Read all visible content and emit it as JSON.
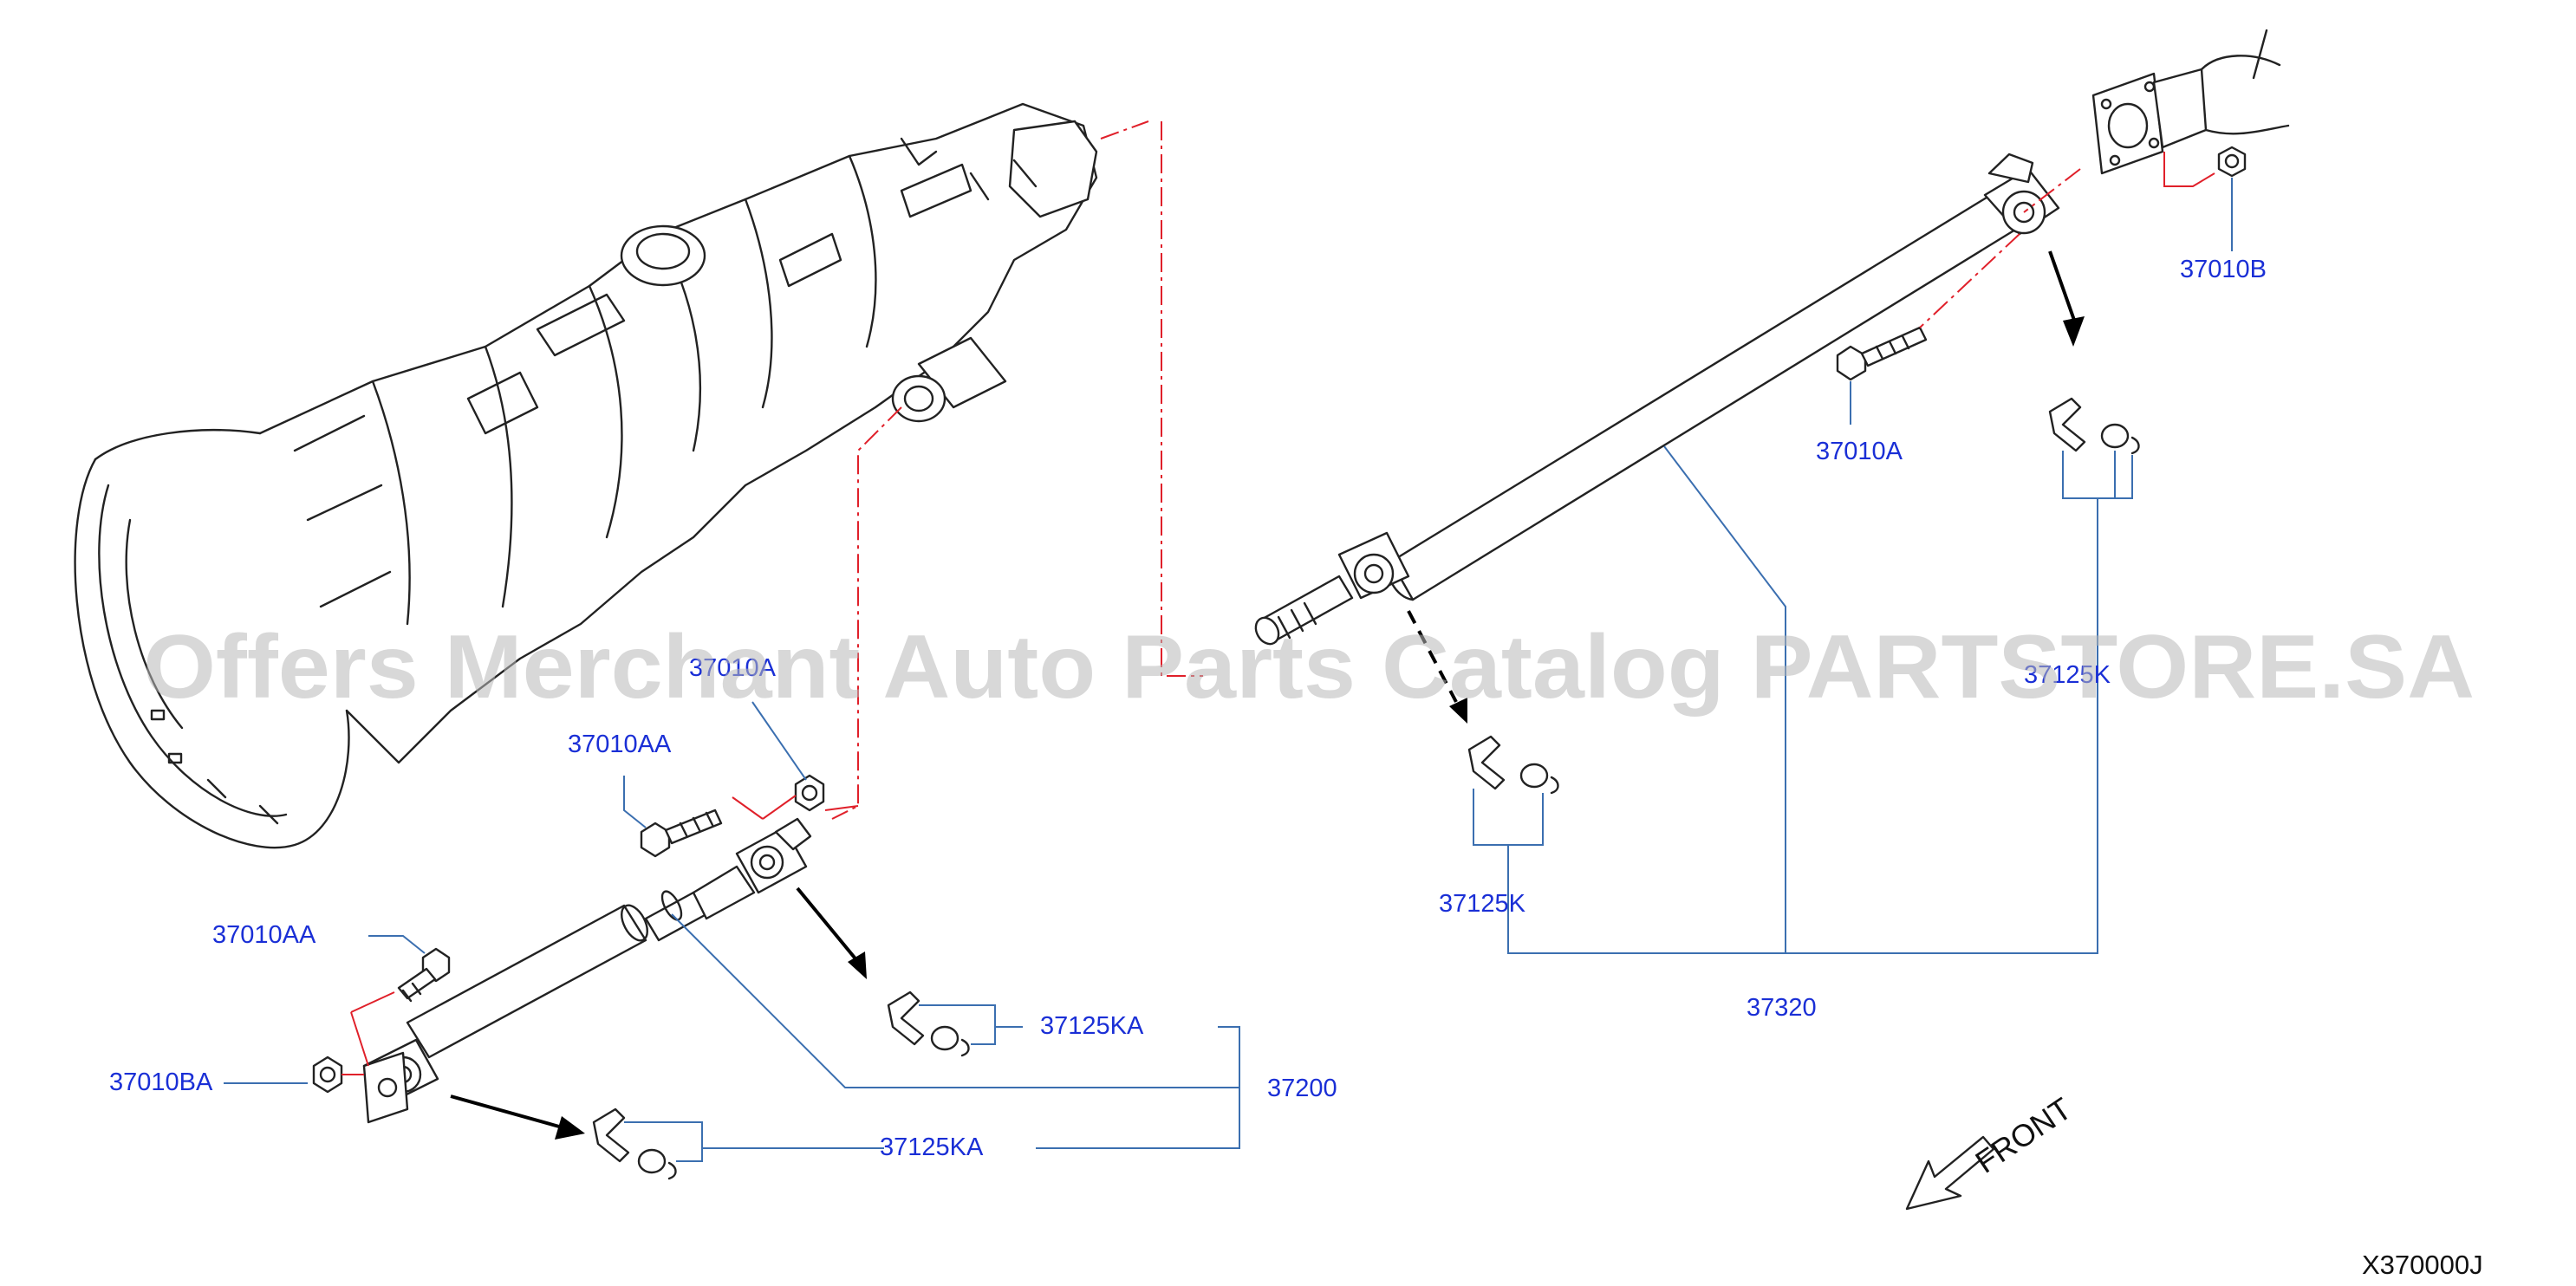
{
  "watermark": "Offers Merchant Auto Parts Catalog PARTSTORE.SA",
  "diagram_code": "X370000J",
  "front_label": "FRONT",
  "labels": {
    "p37010B": "37010B",
    "p37010A": "37010A",
    "p37125K_top": "37125K",
    "p37125K_mid": "37125K",
    "p37320": "37320",
    "p37010A_obscured": "37010A",
    "p37010AA_top": "37010AA",
    "p37010AA_left": "37010AA",
    "p37010BA": "37010BA",
    "p37125KA_top": "37125KA",
    "p37125KA_bottom": "37125KA",
    "p37200": "37200"
  }
}
